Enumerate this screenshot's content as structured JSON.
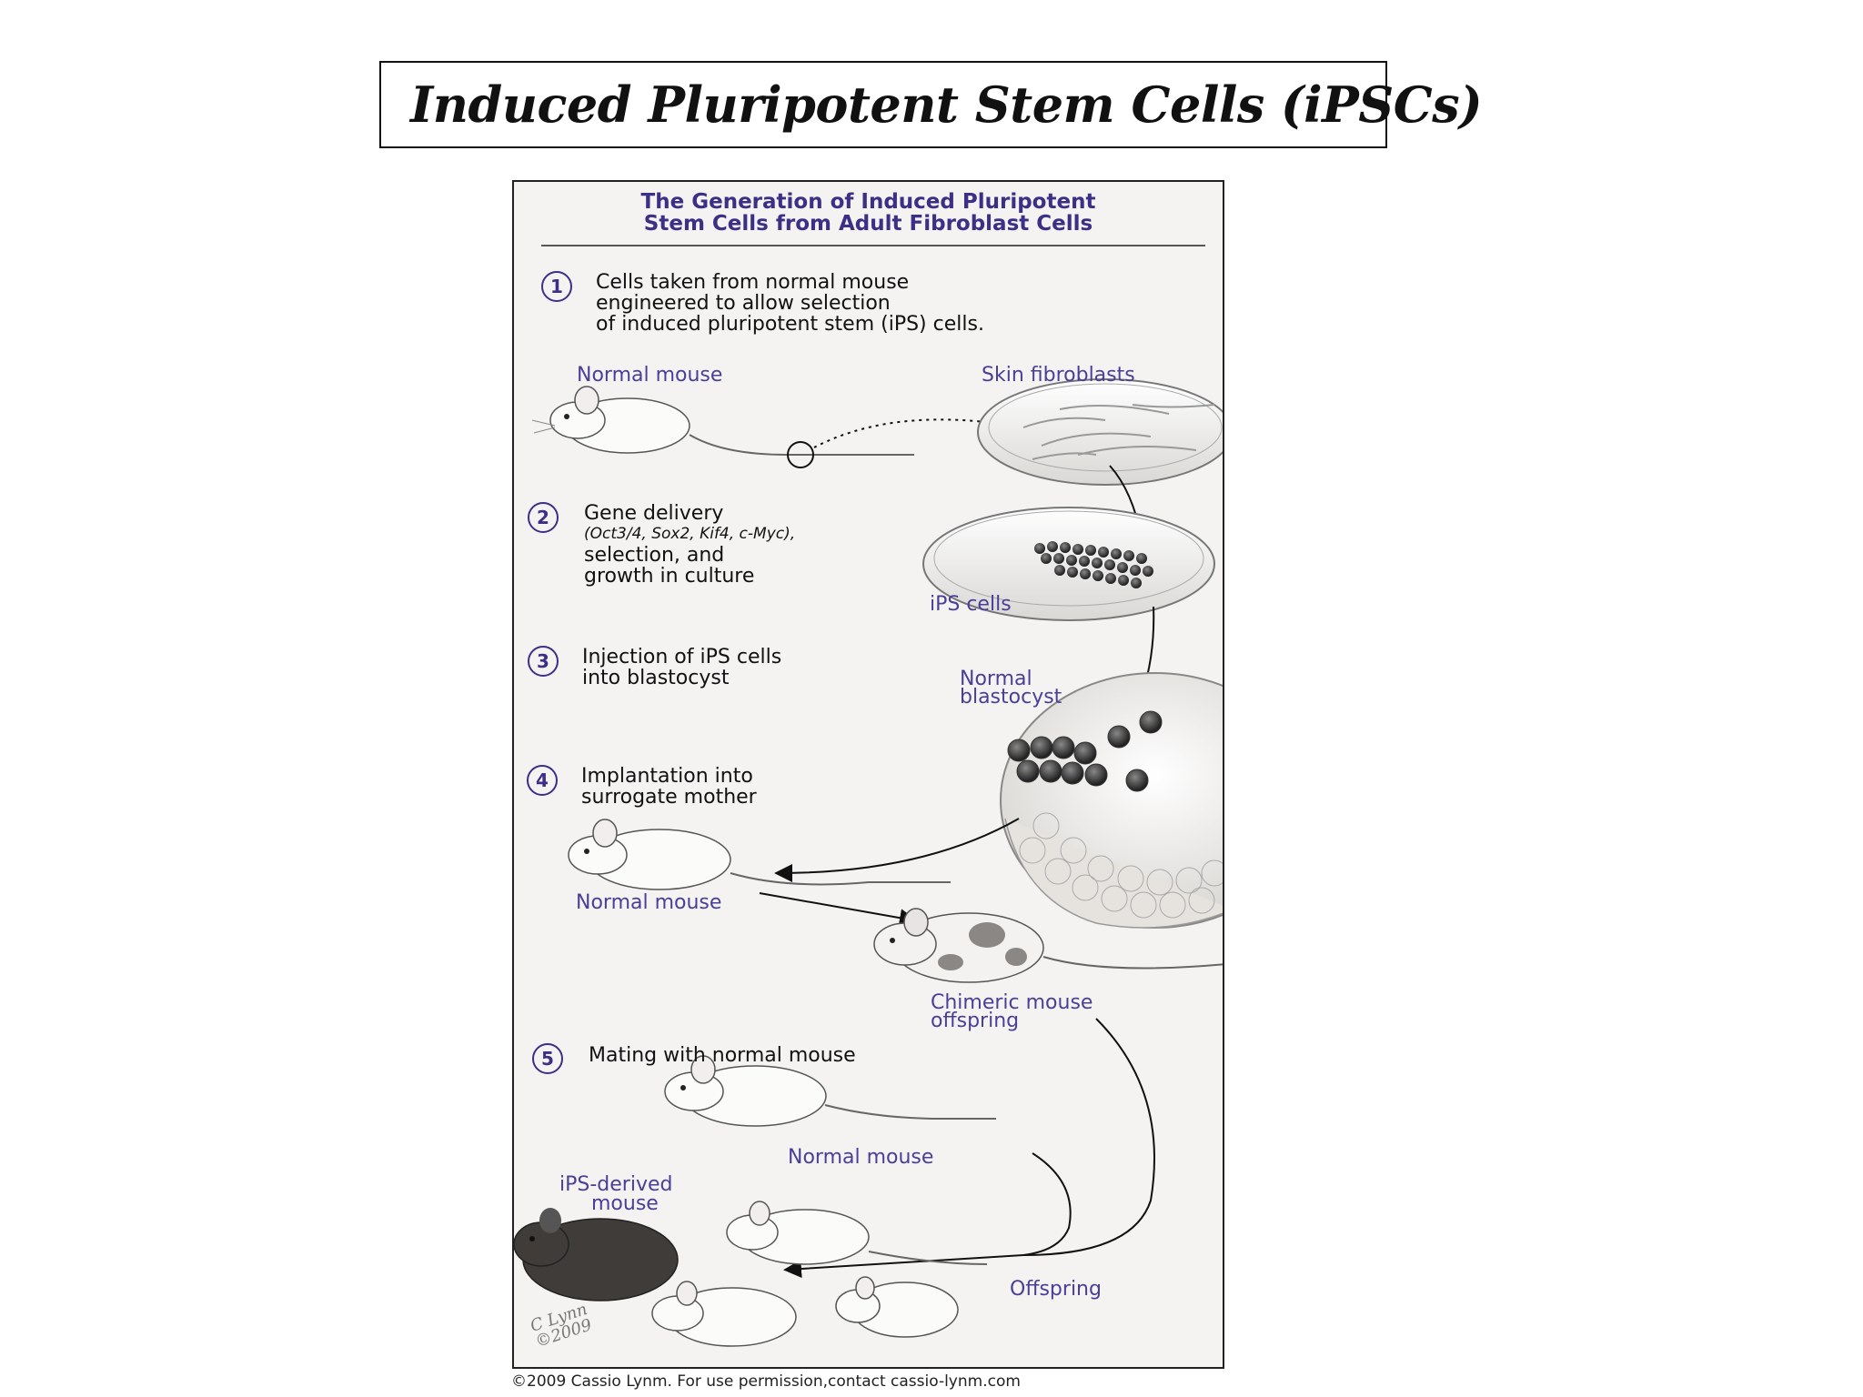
{
  "slide": {
    "title": "Induced Pluripotent Stem Cells (iPSCs)"
  },
  "figure": {
    "title_line1": "The Generation of Induced Pluripotent",
    "title_line2": "Stem Cells from Adult Fibroblast Cells",
    "steps": [
      {
        "number": "1",
        "lines": [
          "Cells taken from normal mouse",
          "engineered to allow selection",
          "of induced pluripotent stem (iPS) cells."
        ]
      },
      {
        "number": "2",
        "title": "Gene delivery",
        "genes": "(Oct3/4, Sox2, Kif4, c-Myc),",
        "lines": [
          "selection, and",
          "growth in culture"
        ]
      },
      {
        "number": "3",
        "lines": [
          "Injection of iPS cells",
          "into blastocyst"
        ]
      },
      {
        "number": "4",
        "lines": [
          "Implantation into",
          "surrogate mother"
        ]
      },
      {
        "number": "5",
        "lines": [
          "Mating with normal mouse"
        ]
      }
    ],
    "labels": {
      "normal_mouse_1": "Normal mouse",
      "skin_fibroblasts": "Skin fibroblasts",
      "ips_cells": "iPS cells",
      "normal_blastocyst_1": "Normal",
      "normal_blastocyst_2": "blastocyst",
      "normal_mouse_2": "Normal mouse",
      "chimeric_1": "Chimeric mouse",
      "chimeric_2": "offspring",
      "normal_mouse_3": "Normal mouse",
      "ips_derived_1": "iPS-derived",
      "ips_derived_2": "mouse",
      "offspring": "Offspring"
    },
    "signature_1": "C Lynn",
    "signature_2": "©2009",
    "credit": "©2009 Cassio Lynm. For use permission,contact cassio-lynm.com"
  }
}
